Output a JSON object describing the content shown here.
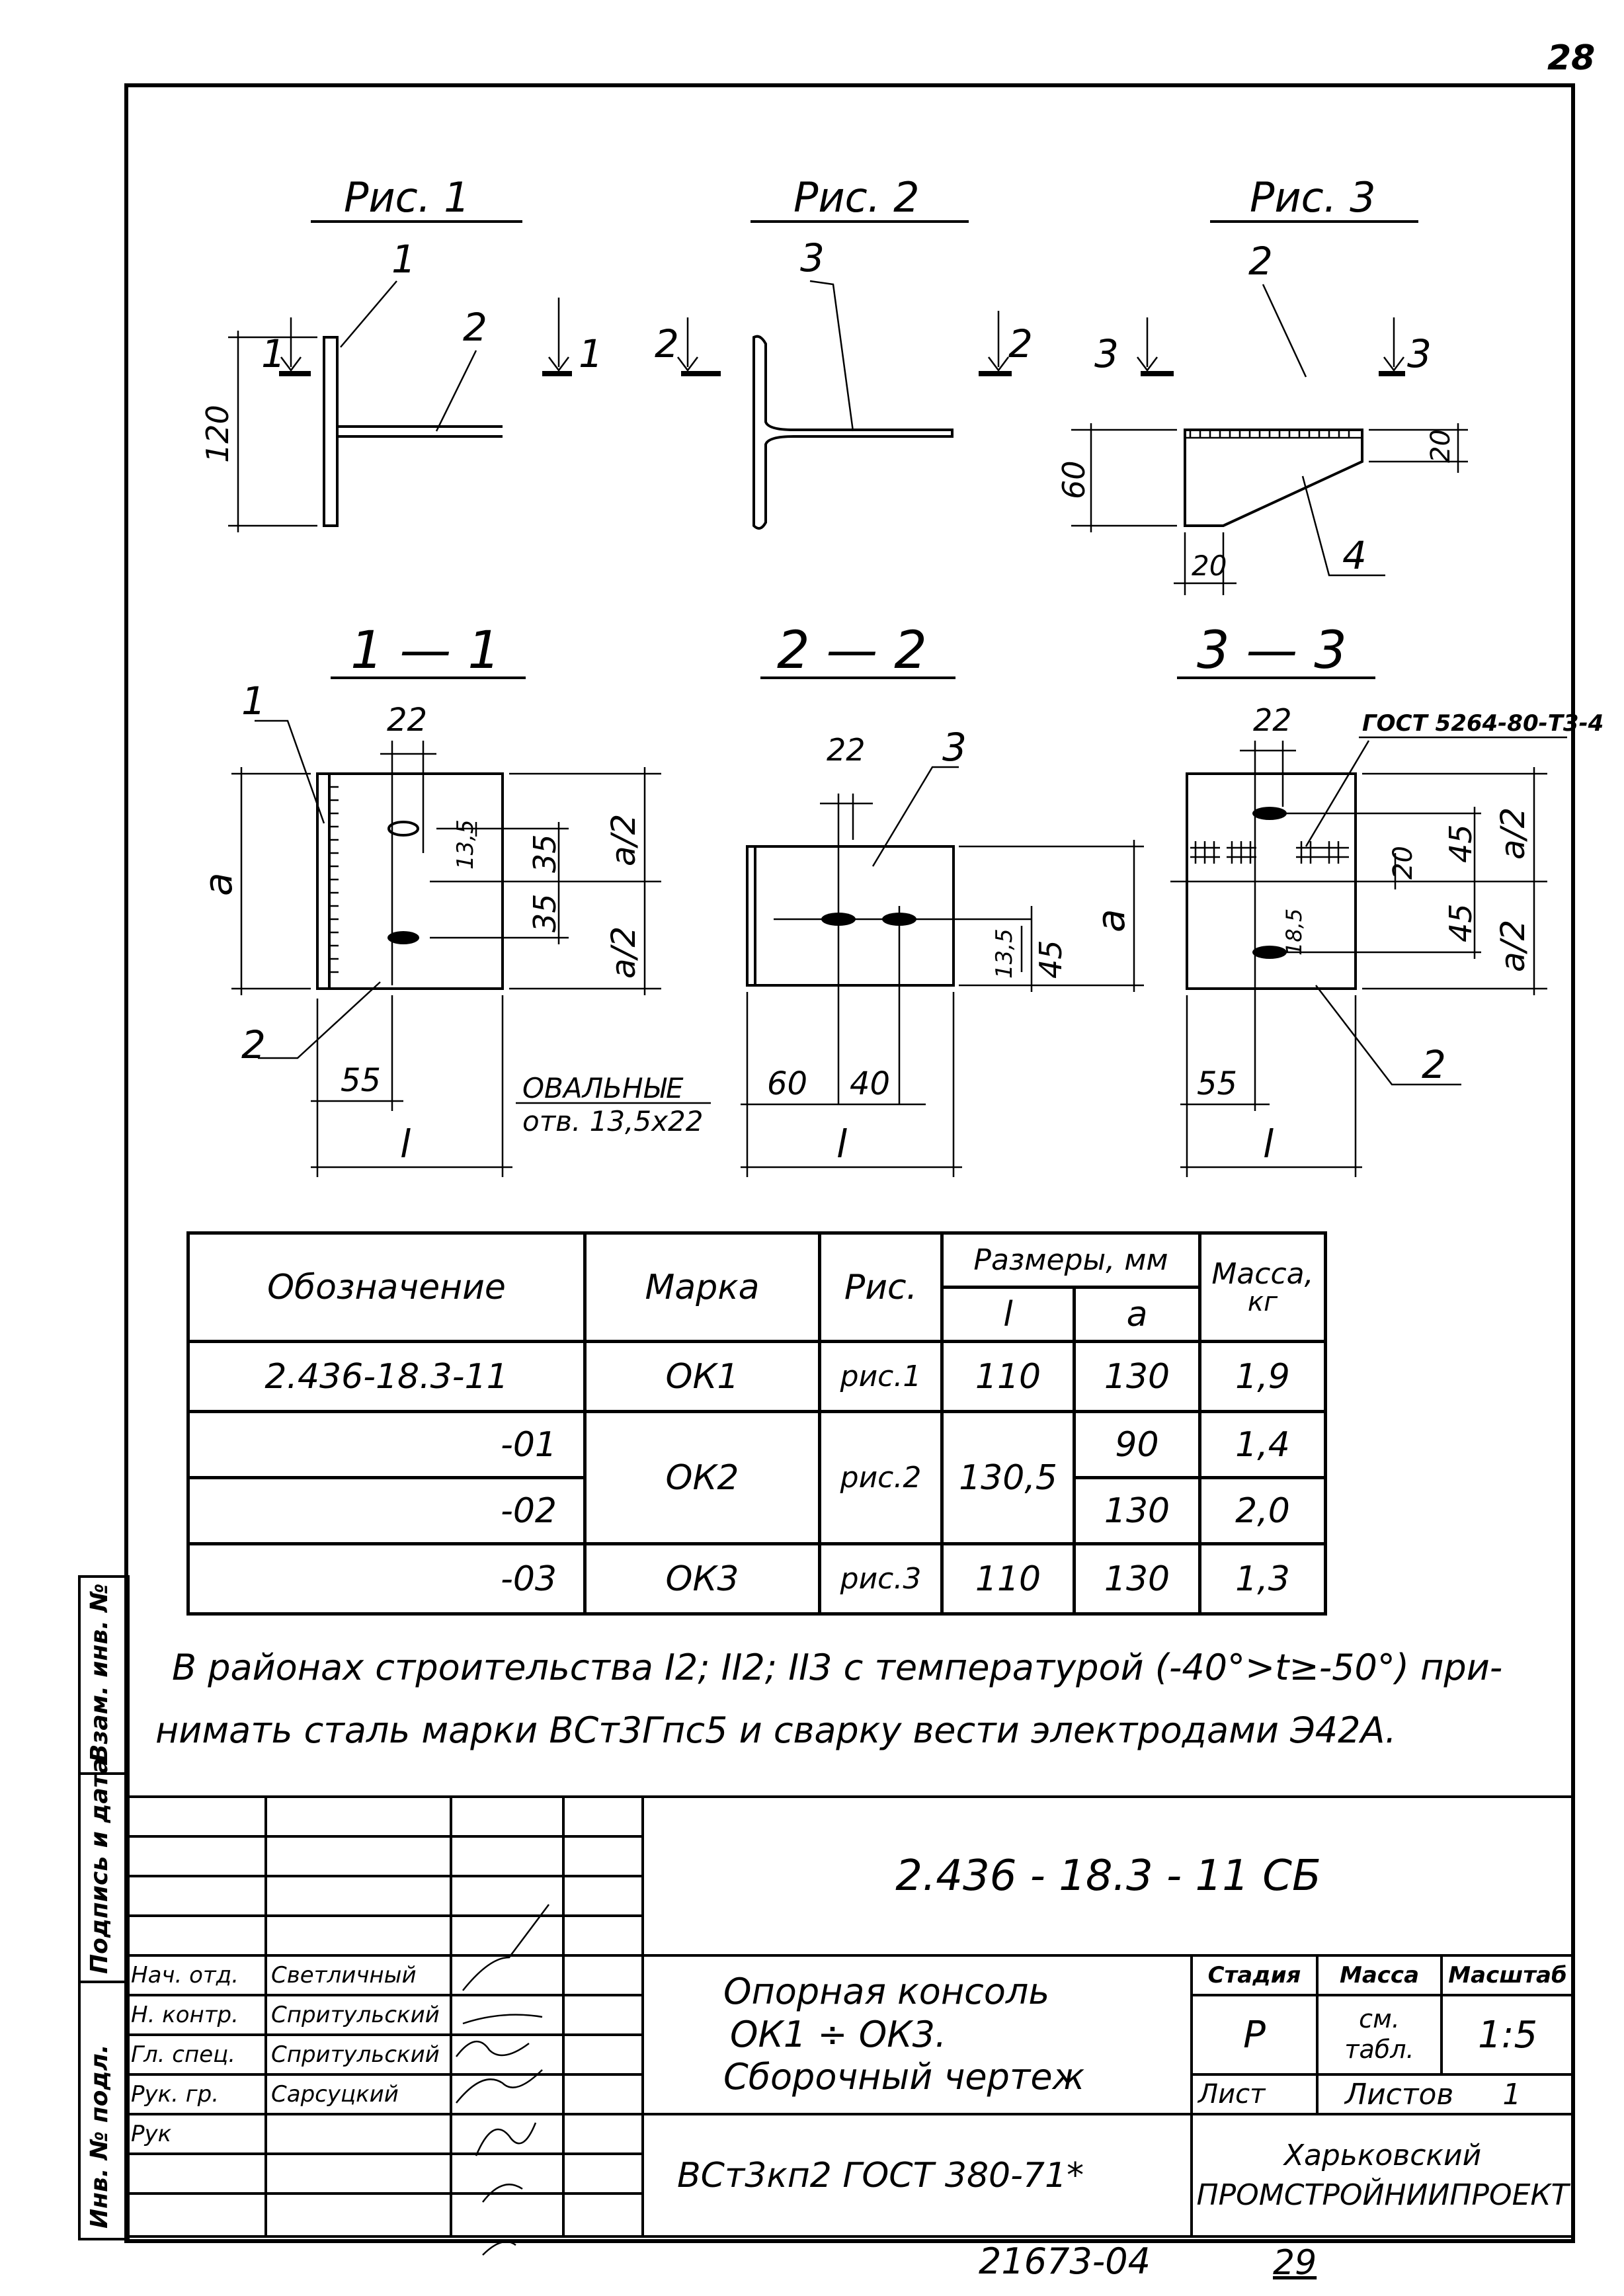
{
  "page_number": "28",
  "views": {
    "fig1": {
      "title": "Рис. 1",
      "callout1": "1",
      "callout2": "2",
      "cut_left": "1",
      "cut_right": "1",
      "dim_height": "120"
    },
    "fig2": {
      "title": "Рис. 2",
      "callout3": "3",
      "cut_left": "2",
      "cut_right": "2"
    },
    "fig3": {
      "title": "Рис. 3",
      "callout2": "2",
      "cut_left": "3",
      "cut_right": "3",
      "dim_height": "60",
      "dim_small": "20",
      "dim_bottom": "20",
      "callout4": "4"
    }
  },
  "sections": {
    "s11": {
      "title": "1 — 1",
      "callout1": "1",
      "callout2": "2",
      "dim_top": "22",
      "dim_slot": "13,5",
      "dim_35a": "35",
      "dim_35b": "35",
      "dim_a": "a",
      "dim_a2a": "a/2",
      "dim_a2b": "a/2",
      "dim_55": "55",
      "dim_l": "l"
    },
    "s22": {
      "title": "2 — 2",
      "callout3": "3",
      "dim_top": "22",
      "dim_slot": "13,5",
      "dim_45": "45",
      "dim_a": "a",
      "dim_60": "60",
      "dim_40": "40",
      "dim_l": "l"
    },
    "s33": {
      "title": "3 — 3",
      "gost": "ГОСТ 5264-80-Т3-4",
      "dim_top": "22",
      "dim_45a": "45",
      "dim_45b": "45",
      "dim_20": "20",
      "dim_slot": "18,5",
      "dim_a2a": "a/2",
      "dim_a2b": "a/2",
      "callout2": "2",
      "dim_55": "55",
      "dim_l": "l"
    },
    "oval_note_1": "ОВАЛЬНЫЕ",
    "oval_note_2": "отв. 13,5х22"
  },
  "spec_table": {
    "headers": {
      "designation": "Обозначение",
      "mark": "Марка",
      "fig": "Рис.",
      "dims": "Размеры, мм",
      "l": "l",
      "a": "a",
      "mass": "Масса,",
      "mass_unit": "кг"
    },
    "rows": [
      {
        "designation": "2.436-18.3-11",
        "mark": "ОК1",
        "fig": "рис.1",
        "l": "110",
        "a": "130",
        "mass": "1,9"
      },
      {
        "designation": "-01",
        "mark": "ОК2",
        "fig": "рис.2",
        "l": "130,5",
        "a": "90",
        "mass": "1,4"
      },
      {
        "designation": "-02",
        "a": "130",
        "mass": "2,0"
      },
      {
        "designation": "-03",
        "mark": "ОК3",
        "fig": "рис.3",
        "l": "110",
        "a": "130",
        "mass": "1,3"
      }
    ]
  },
  "note": {
    "line1": "В районах строительства I2; II2; II3 с температурой (-40°>t≥-50°) при-",
    "line2": "нимать сталь марки ВСт3Гпс5 и сварку вести электродами Э42А."
  },
  "side_labels": {
    "inv_sub": "Инв. № подл.",
    "sign_date": "Подпись и дата",
    "replace_inv": "Взам. инв. №"
  },
  "title_block": {
    "doc_code": "2.436 - 18.3 - 11 СБ",
    "roles": [
      {
        "role": "Нач. отд.",
        "name": "Светличный"
      },
      {
        "role": "Н. контр.",
        "name": "Спритульский"
      },
      {
        "role": "Гл. спец.",
        "name": "Спритульский"
      },
      {
        "role": "Рук. гр.",
        "name": "Сарсуцкий"
      },
      {
        "role": "Рук",
        "name": ""
      }
    ],
    "item_title_1": "Опорная консоль",
    "item_title_2": "ОК1 ÷ ОК3.",
    "item_title_3": "Сборочный чертеж",
    "stage_label": "Стадия",
    "mass_label": "Масса",
    "scale_label": "Масштаб",
    "stage": "Р",
    "mass_value_1": "см.",
    "mass_value_2": "табл.",
    "scale": "1:5",
    "sheet_label": "Лист",
    "sheets_label": "Листов",
    "sheets": "1",
    "material": "ВСт3кп2   ГОСТ 380-71*",
    "org_1": "Харьковский",
    "org_2": "ПРОМСТРОЙНИИПРОЕКТ"
  },
  "footer": {
    "archive_no": "21673-04",
    "page": "29"
  }
}
